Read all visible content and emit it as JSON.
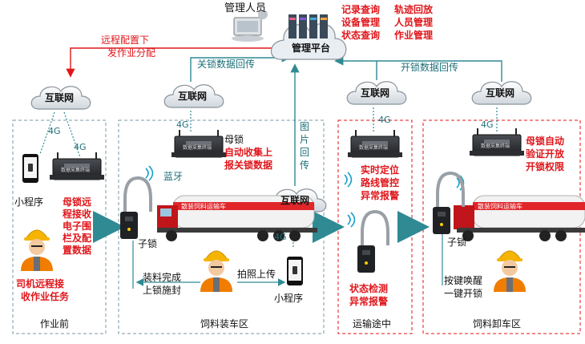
{
  "top": {
    "admin_label": "管理人员",
    "platform_label": "管理平台",
    "functions": [
      "记录查询",
      "轨迹回放",
      "设备管理",
      "人员管理",
      "状态查询",
      "作业管理"
    ],
    "remote_config": [
      "远程配置下",
      "发作业分配"
    ],
    "close_lock_return": "关锁数据回传",
    "open_lock_return": "开锁数据回传",
    "image_return": [
      "图",
      "片",
      "回",
      "传"
    ]
  },
  "clouds": {
    "label": "互联网"
  },
  "signal": {
    "label_4g": "4G"
  },
  "bluetooth": {
    "label": "蓝牙"
  },
  "sections": {
    "before": {
      "name": "作业前",
      "miniprogram": "小程序",
      "mother_lock_text": [
        "母锁远",
        "程接收",
        "电子围",
        "栏及配",
        "置数据"
      ],
      "driver_text": [
        "司机远程接",
        "收作业任务"
      ]
    },
    "loading": {
      "name": "饲料装车区",
      "mother_lock": "母锁",
      "mother_lock_text": [
        "自动收集上",
        "报关锁数据"
      ],
      "child_lock": "子锁",
      "worker_text": [
        "装料完成",
        "上锁施封"
      ],
      "photo_upload": "拍照上传",
      "miniprogram": "小程序"
    },
    "transit": {
      "name": "运输途中",
      "features": [
        "实时定位",
        "路线管控",
        "异常报警"
      ],
      "status_text": [
        "状态检测",
        "异常报警"
      ]
    },
    "unloading": {
      "name": "饲料卸车区",
      "mother_lock_text": [
        "母锁自动",
        "验证开放",
        "开锁权限"
      ],
      "child_lock": "子锁",
      "worker_text": [
        "按键唤醒",
        "一键开锁"
      ]
    }
  },
  "truck": {
    "body_text": "散装饲料运输车"
  },
  "device": {
    "panel_text": "数据采集终端"
  }
}
